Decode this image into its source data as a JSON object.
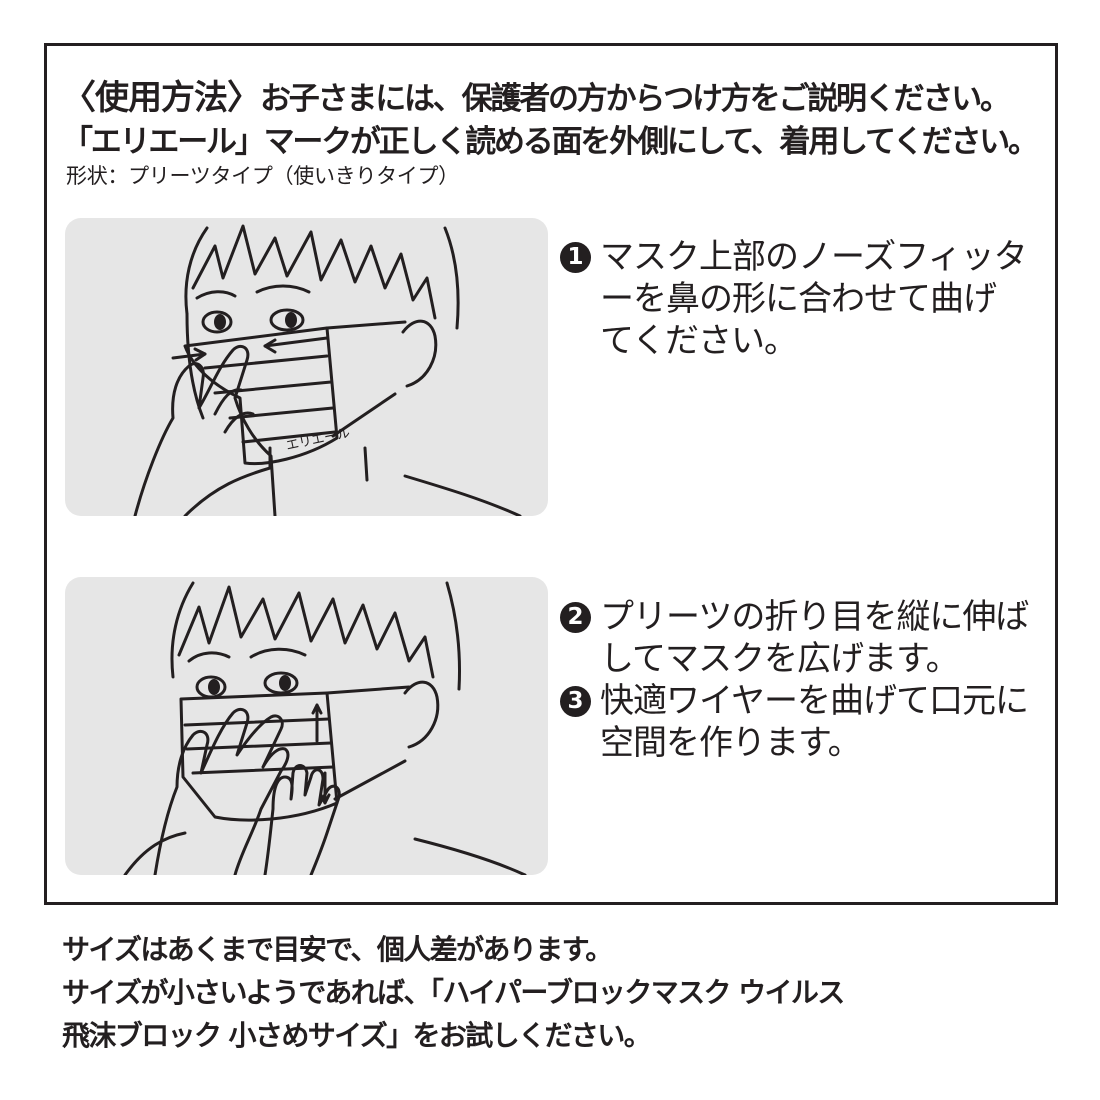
{
  "header": {
    "title": "〈使用方法〉",
    "line1": "お子さまには、保護者の方からつけ方をご説明ください。",
    "line2": "「エリエール」マークが正しく読める面を外側にして、着用してください。",
    "shape": "形状：プリーツタイプ（使いきりタイプ）"
  },
  "illustration1": {
    "mask_brand": "エリエール"
  },
  "steps": [
    {
      "number": "1",
      "lines": [
        "マスク上部のノーズフィッタ",
        "ーを鼻の形に合わせて曲げ",
        "てください。"
      ]
    },
    {
      "number": "2",
      "lines": [
        "プリーツの折り目を縦に伸ば",
        "してマスクを広げます。"
      ]
    },
    {
      "number": "3",
      "lines": [
        "快適ワイヤーを曲げて口元に",
        "空間を作ります。"
      ]
    }
  ],
  "footer": {
    "line1": "サイズはあくまで目安で、個人差があります。",
    "line2": "サイズが小さいようであれば、「ハイパーブロックマスク ウイルス",
    "line3": "飛沫ブロック 小さめサイズ」をお試しください。"
  },
  "colors": {
    "ink": "#231f20",
    "panel": "#e6e6e6",
    "background": "#ffffff"
  }
}
